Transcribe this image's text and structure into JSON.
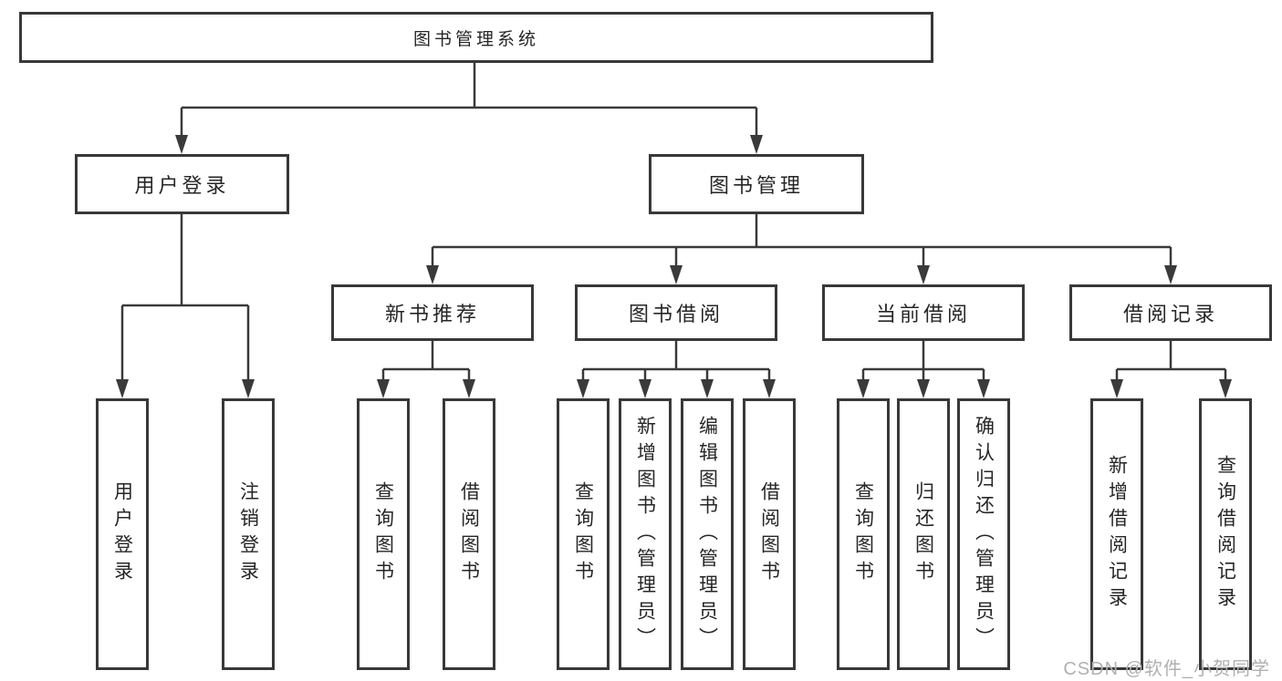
{
  "diagram": {
    "type": "tree",
    "title": "图书管理系统",
    "root": {
      "label": "图书管理系统",
      "children": [
        {
          "label": "用户登录",
          "children": [
            {
              "label": "用户登录"
            },
            {
              "label": "注销登录"
            }
          ]
        },
        {
          "label": "图书管理",
          "children": [
            {
              "label": "新书推荐",
              "children": [
                {
                  "label": "查询图书"
                },
                {
                  "label": "借阅图书"
                }
              ]
            },
            {
              "label": "图书借阅",
              "children": [
                {
                  "label": "查询图书"
                },
                {
                  "label": "新增图书（管理员）"
                },
                {
                  "label": "编辑图书（管理员）"
                },
                {
                  "label": "借阅图书"
                }
              ]
            },
            {
              "label": "当前借阅",
              "children": [
                {
                  "label": "查询图书"
                },
                {
                  "label": "归还图书"
                },
                {
                  "label": "确认归还（管理员）"
                }
              ]
            },
            {
              "label": "借阅记录",
              "children": [
                {
                  "label": "新增借阅记录"
                },
                {
                  "label": "查询借阅记录"
                }
              ]
            }
          ]
        }
      ]
    }
  },
  "watermark": {
    "text": "CSDN @软件_小贺同学",
    "color": "#b0b0b0"
  },
  "colors": {
    "line": "#3a3a3a",
    "box_border": "#383838",
    "box_background": "#ffffff",
    "text": "#262626",
    "page_background": "#ffffff"
  }
}
